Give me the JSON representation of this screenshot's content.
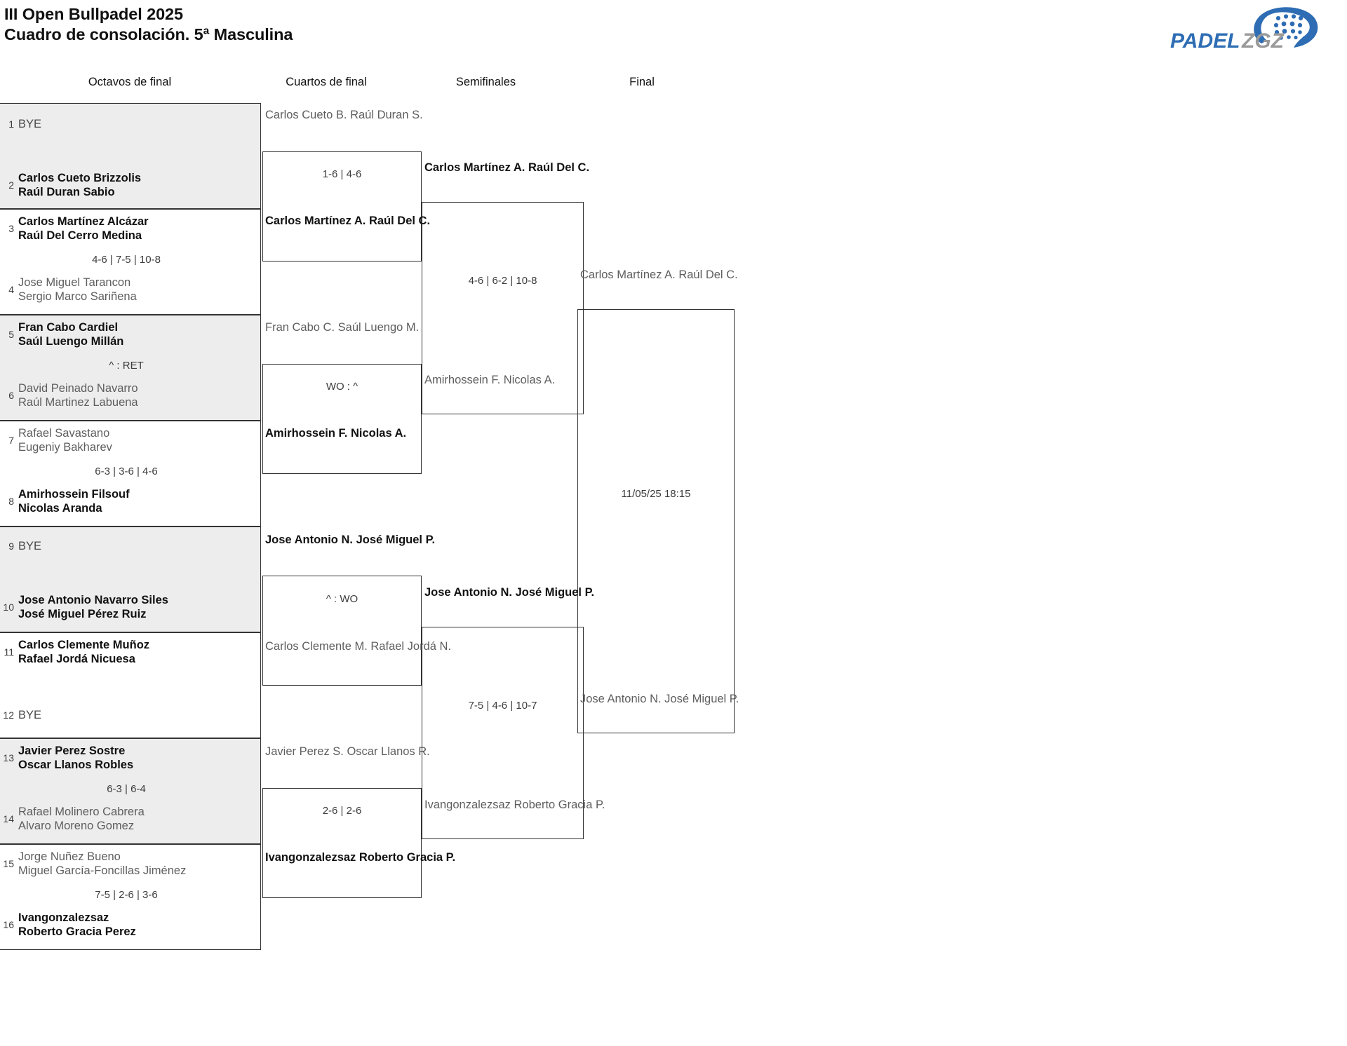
{
  "header": {
    "title_line1": "III Open Bullpadel 2025",
    "title_line2": "Cuadro de consolación. 5ª Masculina",
    "logo_primary": "PADEL",
    "logo_secondary": "ZGZ"
  },
  "rounds": [
    {
      "label": "Octavos de final"
    },
    {
      "label": "Cuartos de final"
    },
    {
      "label": "Semifinales"
    },
    {
      "label": "Final"
    }
  ],
  "round1": {
    "matches": [
      {
        "top": {
          "seed": "1",
          "line1": "BYE",
          "line2": "",
          "state": "bye"
        },
        "bottom": {
          "seed": "2",
          "line1": "Carlos Cueto Brizzolis",
          "line2": "Raúl Duran Sabio",
          "state": "win"
        },
        "score": ""
      },
      {
        "top": {
          "seed": "3",
          "line1": "Carlos Martínez Alcázar",
          "line2": "Raúl Del Cerro Medina",
          "state": "win"
        },
        "bottom": {
          "seed": "4",
          "line1": "Jose Miguel Tarancon",
          "line2": "Sergio Marco Sariñena",
          "state": "lose"
        },
        "score": "4-6 | 7-5 | 10-8"
      },
      {
        "top": {
          "seed": "5",
          "line1": "Fran Cabo Cardiel",
          "line2": "Saúl Luengo Millán",
          "state": "win"
        },
        "bottom": {
          "seed": "6",
          "line1": "David Peinado Navarro",
          "line2": "Raúl Martinez Labuena",
          "state": "lose"
        },
        "score": "^ : RET"
      },
      {
        "top": {
          "seed": "7",
          "line1": "Rafael Savastano",
          "line2": "Eugeniy Bakharev",
          "state": "lose"
        },
        "bottom": {
          "seed": "8",
          "line1": "Amirhossein Filsouf",
          "line2": "Nicolas Aranda",
          "state": "win"
        },
        "score": "6-3 | 3-6 | 4-6"
      },
      {
        "top": {
          "seed": "9",
          "line1": "BYE",
          "line2": "",
          "state": "bye"
        },
        "bottom": {
          "seed": "10",
          "line1": "Jose Antonio Navarro Siles",
          "line2": "José Miguel Pérez Ruiz",
          "state": "win"
        },
        "score": ""
      },
      {
        "top": {
          "seed": "11",
          "line1": "Carlos Clemente Muñoz",
          "line2": "Rafael Jordá Nicuesa",
          "state": "win"
        },
        "bottom": {
          "seed": "12",
          "line1": "BYE",
          "line2": "",
          "state": "bye"
        },
        "score": ""
      },
      {
        "top": {
          "seed": "13",
          "line1": "Javier Perez Sostre",
          "line2": "Oscar Llanos Robles",
          "state": "win"
        },
        "bottom": {
          "seed": "14",
          "line1": "Rafael Molinero Cabrera",
          "line2": "Alvaro Moreno Gomez",
          "state": "lose"
        },
        "score": "6-3 | 6-4"
      },
      {
        "top": {
          "seed": "15",
          "line1": "Jorge Nuñez Bueno",
          "line2": "Miguel García-Foncillas Jiménez",
          "state": "lose"
        },
        "bottom": {
          "seed": "16",
          "line1": "Ivangonzalezsaz",
          "line2": "Roberto Gracia Perez",
          "state": "win"
        },
        "score": "7-5 | 2-6 | 3-6"
      }
    ]
  },
  "round2": {
    "matches": [
      {
        "top": {
          "line1": "Carlos Cueto B.",
          "line2": "Raúl Duran S.",
          "state": "lose"
        },
        "bottom": {
          "line1": "Carlos Martínez A.",
          "line2": "Raúl Del C.",
          "state": "win"
        },
        "score": "1-6 | 4-6"
      },
      {
        "top": {
          "line1": "Fran Cabo C.",
          "line2": "Saúl Luengo M.",
          "state": "lose"
        },
        "bottom": {
          "line1": "Amirhossein F.",
          "line2": "Nicolas A.",
          "state": "win"
        },
        "score": "WO : ^"
      },
      {
        "top": {
          "line1": "Jose Antonio N.",
          "line2": "José Miguel P.",
          "state": "win"
        },
        "bottom": {
          "line1": "Carlos Clemente M.",
          "line2": "Rafael Jordá N.",
          "state": "lose"
        },
        "score": "^ : WO"
      },
      {
        "top": {
          "line1": "Javier Perez S.",
          "line2": "Oscar Llanos R.",
          "state": "lose"
        },
        "bottom": {
          "line1": "Ivangonzalezsaz",
          "line2": "Roberto Gracia P.",
          "state": "win"
        },
        "score": "2-6 | 2-6"
      }
    ]
  },
  "round3": {
    "matches": [
      {
        "top": {
          "line1": "Carlos Martínez A.",
          "line2": "Raúl Del C.",
          "state": "win"
        },
        "bottom": {
          "line1": "Amirhossein F.",
          "line2": "Nicolas A.",
          "state": "lose"
        },
        "score": "4-6 | 6-2 | 10-8"
      },
      {
        "top": {
          "line1": "Jose Antonio N.",
          "line2": "José Miguel P.",
          "state": "win"
        },
        "bottom": {
          "line1": "Ivangonzalezsaz",
          "line2": "Roberto Gracia P.",
          "state": "lose"
        },
        "score": "7-5 | 4-6 | 10-7"
      }
    ]
  },
  "round4": {
    "matches": [
      {
        "top": {
          "line1": "Carlos Martínez A.",
          "line2": "Raúl Del C.",
          "state": "lose"
        },
        "bottom": {
          "line1": "Jose Antonio N.",
          "line2": "José Miguel P.",
          "state": "lose"
        },
        "score": "11/05/25 18:15"
      }
    ]
  },
  "colors": {
    "shade": "#ededed",
    "border": "#333333",
    "winner_text": "#111111",
    "loser_text": "#5e5e5e",
    "logo_blue": "#2e6db4",
    "logo_gray": "#9a9a9a"
  }
}
